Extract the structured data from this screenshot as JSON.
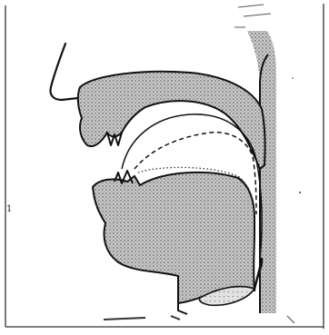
{
  "figure": {
    "label": "1",
    "colors": {
      "ink": "#1a1a1a",
      "background": "#ffffff",
      "stipple_fill": "#9a9a9a"
    },
    "curves": [
      {
        "name": "tongue-position-curve-solid",
        "style": "solid"
      },
      {
        "name": "tongue-position-curve-dashed",
        "style": "dashed"
      }
    ]
  }
}
